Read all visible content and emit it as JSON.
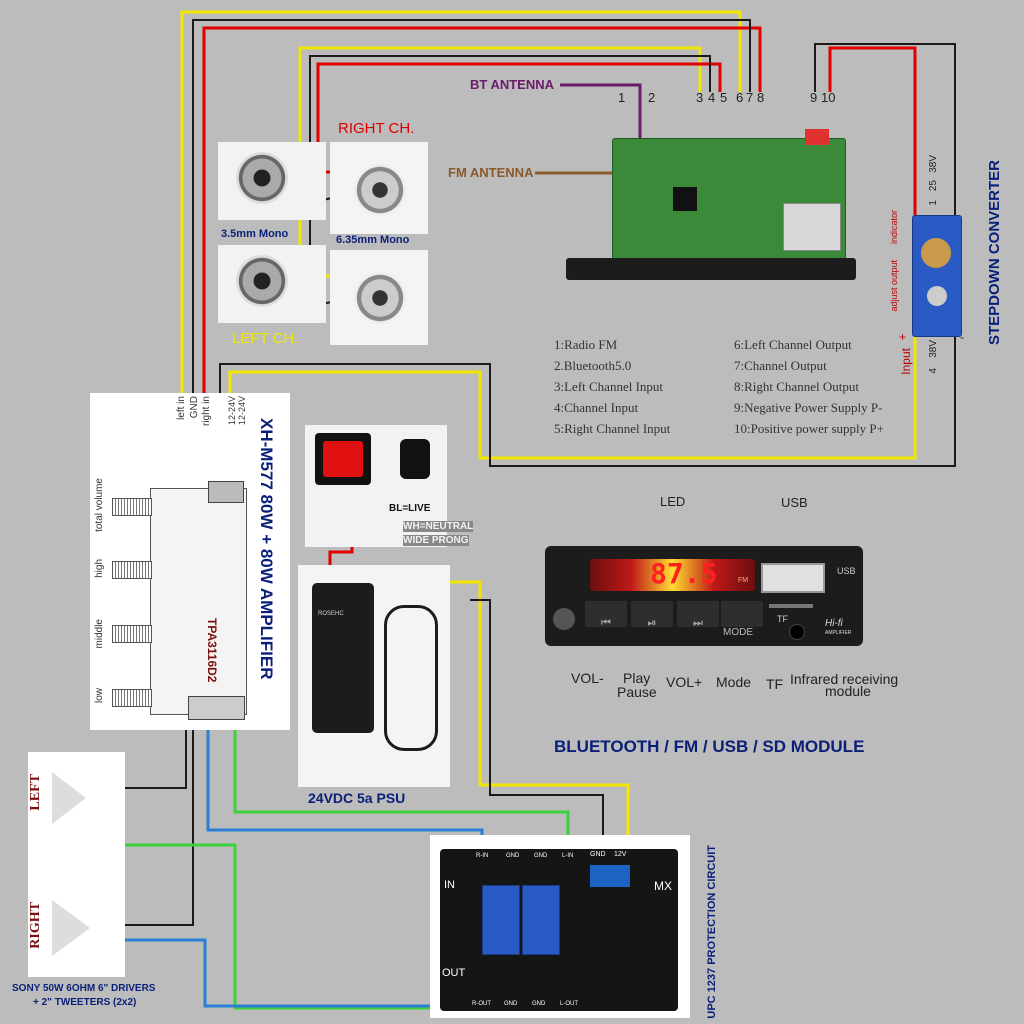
{
  "amplifier": {
    "title": "XH-M577 80W + 80W AMPLIFIER",
    "chip": "TPA3116D2",
    "inputs": [
      "left in",
      "GND",
      "right in"
    ],
    "power_in": [
      "12-24V",
      "12-24V"
    ],
    "knobs": [
      "total volume",
      "high",
      "middle",
      "low"
    ]
  },
  "jacks": {
    "right_label": "RIGHT CH.",
    "left_label": "LEFT CH.",
    "mono_35": "3.5mm Mono",
    "mono_635": "6.35mm Mono"
  },
  "bt_board": {
    "bt_antenna": "BT ANTENNA",
    "fm_antenna": "FM ANTENNA",
    "pin_numbers": [
      "1",
      "2",
      "3",
      "4",
      "5",
      "6",
      "7",
      "8",
      "9",
      "10"
    ],
    "pins_left": [
      "1:Radio FM",
      "2.Bluetooth5.0",
      "3:Left Channel Input",
      "4:Channel Input",
      "5:Right Channel Input"
    ],
    "pins_right": [
      "6:Left Channel Output",
      "7:Channel Output",
      "8:Right Channel Output",
      "9:Negative Power Supply P-",
      "10:Positive power supply P+"
    ]
  },
  "stepdown": {
    "title": "STEPDOWN CONVERTER",
    "input": "Input",
    "plus": "+",
    "minus": "-",
    "top_values": [
      "1",
      "25",
      "38V"
    ],
    "bottom_values": [
      "4",
      "38V"
    ],
    "indicator": "indicator",
    "adjust_output": "adjust output"
  },
  "switch_plug": {
    "live": "BL=LIVE",
    "neutral": "WH=NEUTRAL",
    "wide": "WIDE PRONG"
  },
  "psu": {
    "label": "24VDC 5a PSU",
    "brand": "ROSEHC"
  },
  "module": {
    "title": "BLUETOOTH / FM / USB / SD MODULE",
    "led": "LED",
    "usb": "USB",
    "usb_port": "USB",
    "display": "87.5",
    "fm": "FM",
    "mode_btn": "MODE",
    "tf_slot": "TF",
    "hifi": "Hi-fi",
    "hifi_sub": "AMPLIFIER",
    "labels": {
      "vol_minus": "VOL-",
      "play": "Play",
      "pause": "Pause",
      "vol_plus": "VOL+",
      "mode": "Mode",
      "tf": "TF",
      "infrared": "Infrared receiving",
      "module": "module"
    }
  },
  "speakers": {
    "left": "LEFT",
    "right": "RIGHT",
    "caption1": "SONY 50W 6OHM 6\" DRIVERS",
    "caption2": "+ 2\" TWEETERS (2x2)"
  },
  "protection": {
    "title": "UPC 1237 PROTECTION CIRCUIT",
    "in": "IN",
    "out": "OUT",
    "mx": "MX",
    "gnd": "GND",
    "v12": "12V",
    "terminals_top": [
      "R-IN",
      "GND",
      "GND",
      "L-IN"
    ],
    "terminals_bottom": [
      "R-OUT",
      "GND",
      "GND",
      "L-OUT"
    ]
  },
  "colors": {
    "background": "#bcbcbc",
    "wire_yellow": "#f2e600",
    "wire_red": "#e00000",
    "wire_black": "#1a1a1a",
    "wire_green": "#3ad33a",
    "wire_blue": "#2a7fd4",
    "wire_purple": "#6a1a6a",
    "wire_brown": "#8a5a2a",
    "title_navy": "#0a1f7a"
  }
}
